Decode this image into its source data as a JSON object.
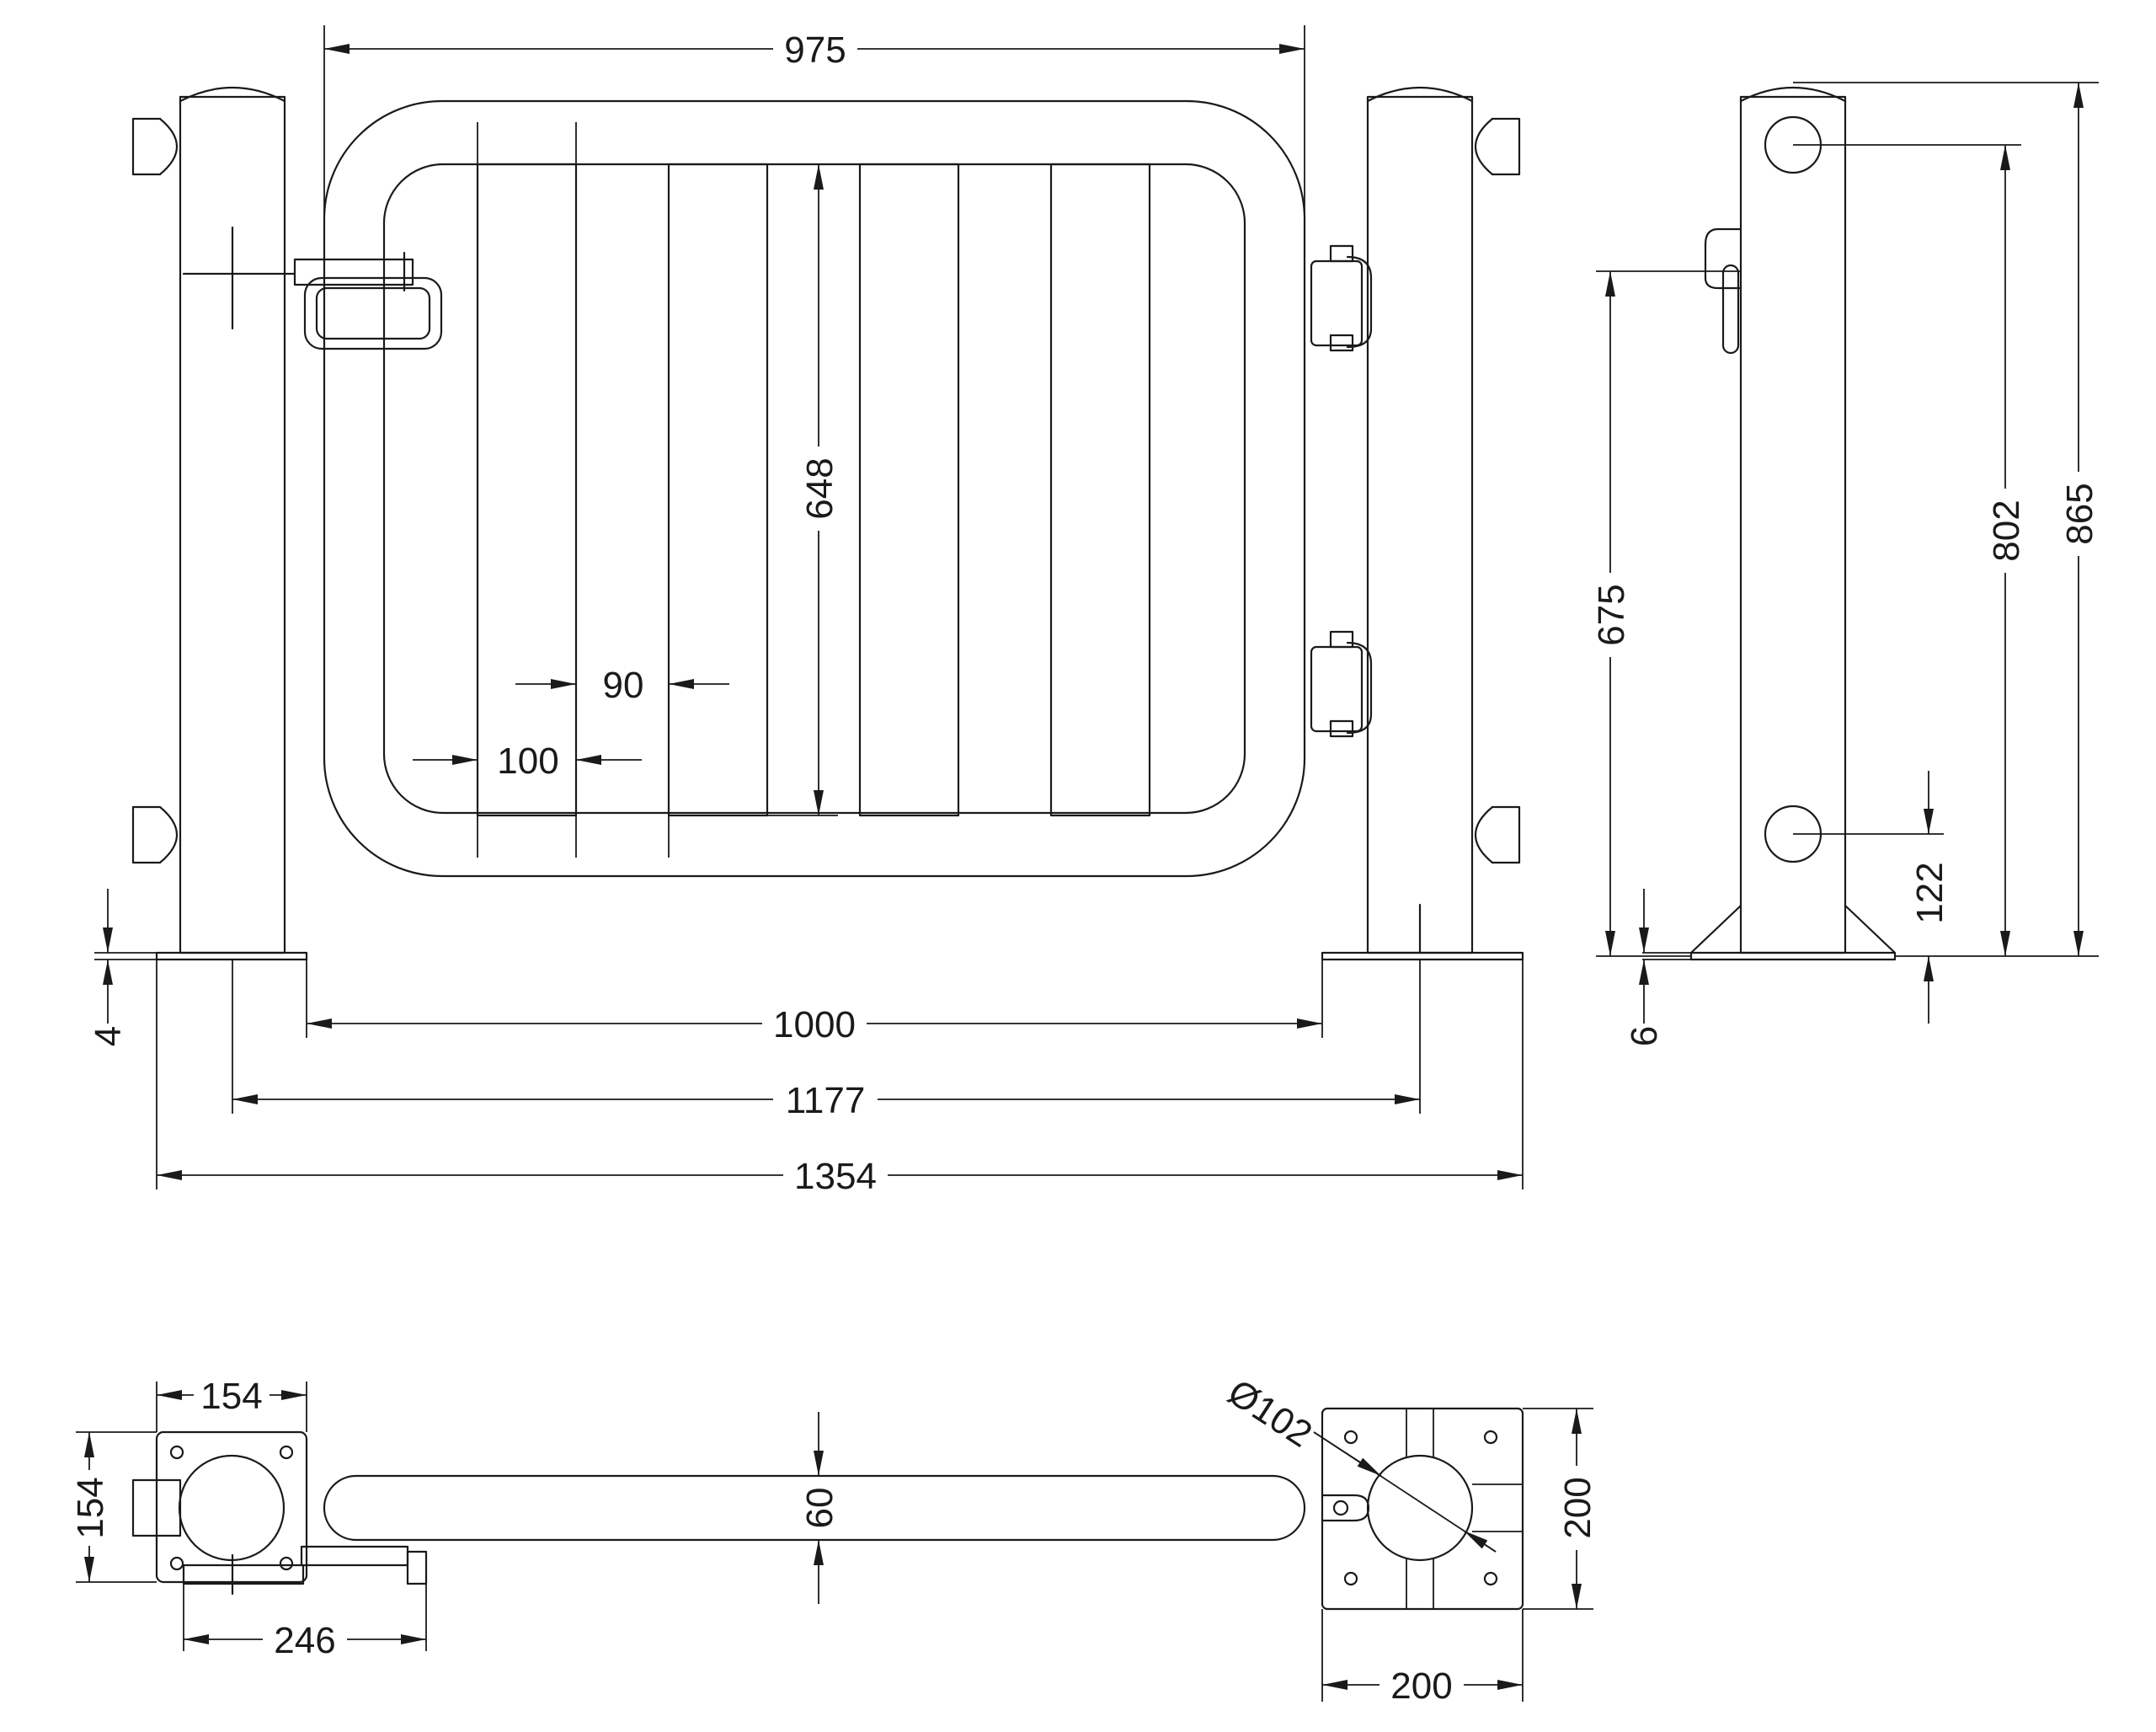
{
  "drawing": {
    "front_view": {
      "gate_frame_width": "975",
      "infill_height": "648",
      "infill_slat_pitch": "90",
      "infill_slat_width": "100",
      "base_plate_thickness": "4",
      "opening_width": "1000",
      "post_centres": "1177",
      "overall_width": "1354"
    },
    "side_view": {
      "latch_height": "675",
      "upper_bolt_height": "802",
      "overall_height": "865",
      "lower_bolt_height": "122",
      "ground_clearance": "6"
    },
    "plan_view": {
      "latch_plate_width": "154",
      "latch_plate_depth": "154",
      "latch_projection": "246",
      "rail_diameter": "60",
      "post_diameter": "Ø102",
      "hinge_plate_depth": "200",
      "hinge_plate_width": "200"
    }
  }
}
